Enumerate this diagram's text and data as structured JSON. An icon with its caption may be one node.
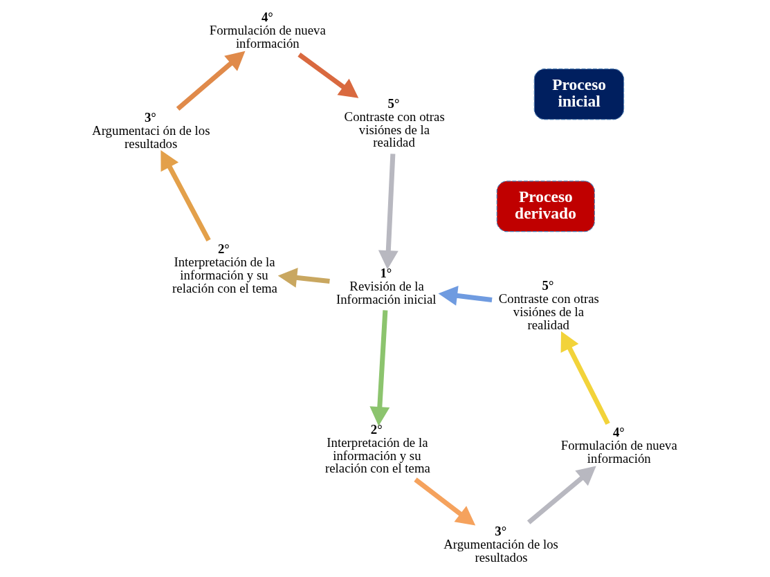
{
  "diagram": {
    "nodes": [
      {
        "text": [
          "4°",
          "Formulación de nueva información"
        ]
      },
      {
        "text": [
          "5°",
          "Contraste con otras visiónes de la realidad"
        ]
      },
      {
        "text": [
          "Proceso derivado"
        ]
      },
      {
        "text": [
          "3°",
          "Argumentaci ón de los resultados"
        ]
      },
      {
        "text": [
          "1°",
          "Revisión de la Información inicial"
        ]
      },
      {
        "text": [
          "2°",
          "Interpretación de la información y su relación con el tema"
        ]
      },
      {
        "text": [
          "2°",
          "Interpretación de la información y su relación con el tema"
        ]
      },
      {
        "text": [
          "Proceso inicial"
        ]
      },
      {
        "text": [
          "3°",
          "Argumentación de los resultados"
        ]
      },
      {
        "text": [
          "5°",
          "Contraste con otras visiónes de la realidad"
        ]
      },
      {
        "text": [
          "4°",
          "Formulación de nueva información"
        ]
      }
    ],
    "edges": [
      {
        "from": 4,
        "to": 5,
        "arrow": "to",
        "color": "#8cc46e"
      },
      {
        "from": 5,
        "to": 8,
        "arrow": "to",
        "color": "#f5a25d"
      },
      {
        "from": 8,
        "to": 10,
        "arrow": "to",
        "color": "#b8b8c0"
      },
      {
        "from": 10,
        "to": 9,
        "arrow": "to",
        "color": "#f2d33a"
      },
      {
        "from": 9,
        "to": 4,
        "arrow": "to",
        "color": "#6f9be0"
      },
      {
        "from": 4,
        "to": 6,
        "arrow": "to",
        "color": "#c9a760"
      },
      {
        "from": 6,
        "to": 3,
        "arrow": "to",
        "color": "#e3a04a"
      },
      {
        "from": 3,
        "to": 0,
        "arrow": "to",
        "color": "#e08a4a"
      },
      {
        "from": 0,
        "to": 1,
        "arrow": "to",
        "color": "#d9693f"
      },
      {
        "from": 1,
        "to": 4,
        "arrow": "to",
        "color": "#b8b8c0"
      }
    ]
  }
}
